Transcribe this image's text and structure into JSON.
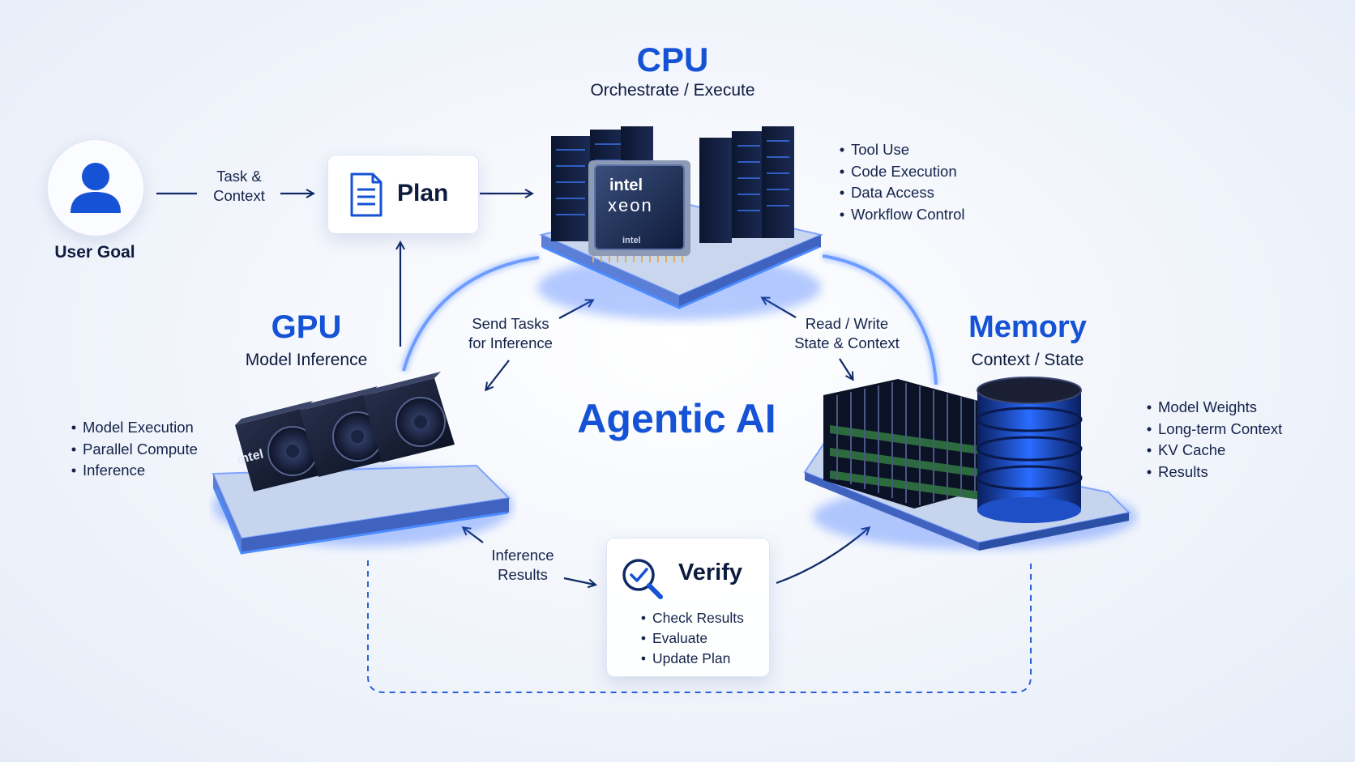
{
  "center_title": "Agentic AI",
  "user_goal": {
    "label": "User Goal"
  },
  "edge_task_context": [
    "Task &",
    "Context"
  ],
  "plan": {
    "label": "Plan"
  },
  "cpu": {
    "title": "CPU",
    "subtitle": "Orchestrate / Execute",
    "chip_brand": "intel",
    "chip_model": "xeon",
    "chip_small_brand": "intel",
    "bullets": [
      "Tool Use",
      "Code Execution",
      "Data Access",
      "Workflow Control"
    ]
  },
  "gpu": {
    "title": "GPU",
    "subtitle": "Model Inference",
    "card_brand": "intel",
    "bullets": [
      "Model Execution",
      "Parallel Compute",
      "Inference"
    ]
  },
  "memory": {
    "title": "Memory",
    "subtitle": "Context / State",
    "bullets": [
      "Model Weights",
      "Long-term Context",
      "KV Cache",
      "Results"
    ]
  },
  "edge_send_tasks": [
    "Send Tasks",
    "for Inference"
  ],
  "edge_read_write": [
    "Read / Write",
    "State & Context"
  ],
  "edge_inference_results": [
    "Inference",
    "Results"
  ],
  "verify": {
    "label": "Verify",
    "bullets": [
      "Check Results",
      "Evaluate",
      "Update Plan"
    ]
  },
  "colors": {
    "accent": "#1552d6",
    "arrow": "#0f2a66",
    "glow": "#2f6bff",
    "dashed": "#2b62d9"
  }
}
